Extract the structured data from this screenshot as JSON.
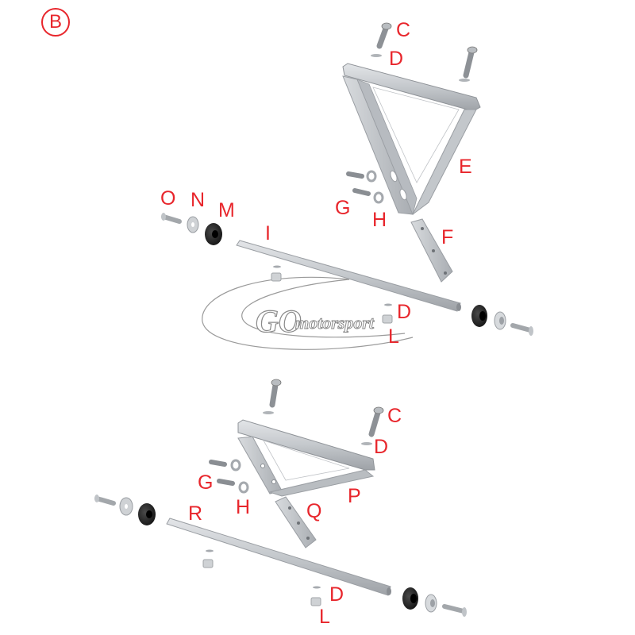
{
  "section_badge": "B",
  "colors": {
    "label": "#e8262c",
    "aluminium": "#c9ccd0",
    "aluminium_dark": "#9ea2a7",
    "rubber": "#1c1c1c",
    "watermark": "#9a9a9a"
  },
  "watermark": {
    "brand_big": "GO",
    "brand_small": "motorsport"
  },
  "upper_assembly": {
    "labels": {
      "c": "C",
      "d_top": "D",
      "e": "E",
      "f": "F",
      "g": "G",
      "h": "H",
      "i": "I",
      "m": "M",
      "n": "N",
      "o": "O",
      "d_bottom": "D",
      "l": "L"
    }
  },
  "lower_assembly": {
    "labels": {
      "c": "C",
      "d_top": "D",
      "g": "G",
      "h": "H",
      "p": "P",
      "q": "Q",
      "r": "R",
      "d_bottom": "D",
      "l": "L"
    }
  }
}
